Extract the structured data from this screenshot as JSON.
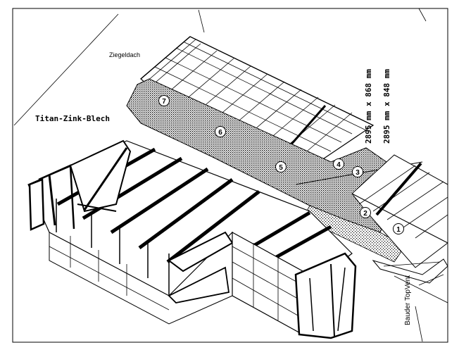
{
  "labels": {
    "roof": "Ziegeldach",
    "sheet_metal": "Titan-Zink-Blech",
    "dim_1": "2895 mm x 868 mm",
    "dim_2": "2895 mm x 848 mm",
    "vent": "Bauder TopVent"
  },
  "callouts": [
    "1",
    "2",
    "3",
    "4",
    "5",
    "6",
    "7"
  ]
}
